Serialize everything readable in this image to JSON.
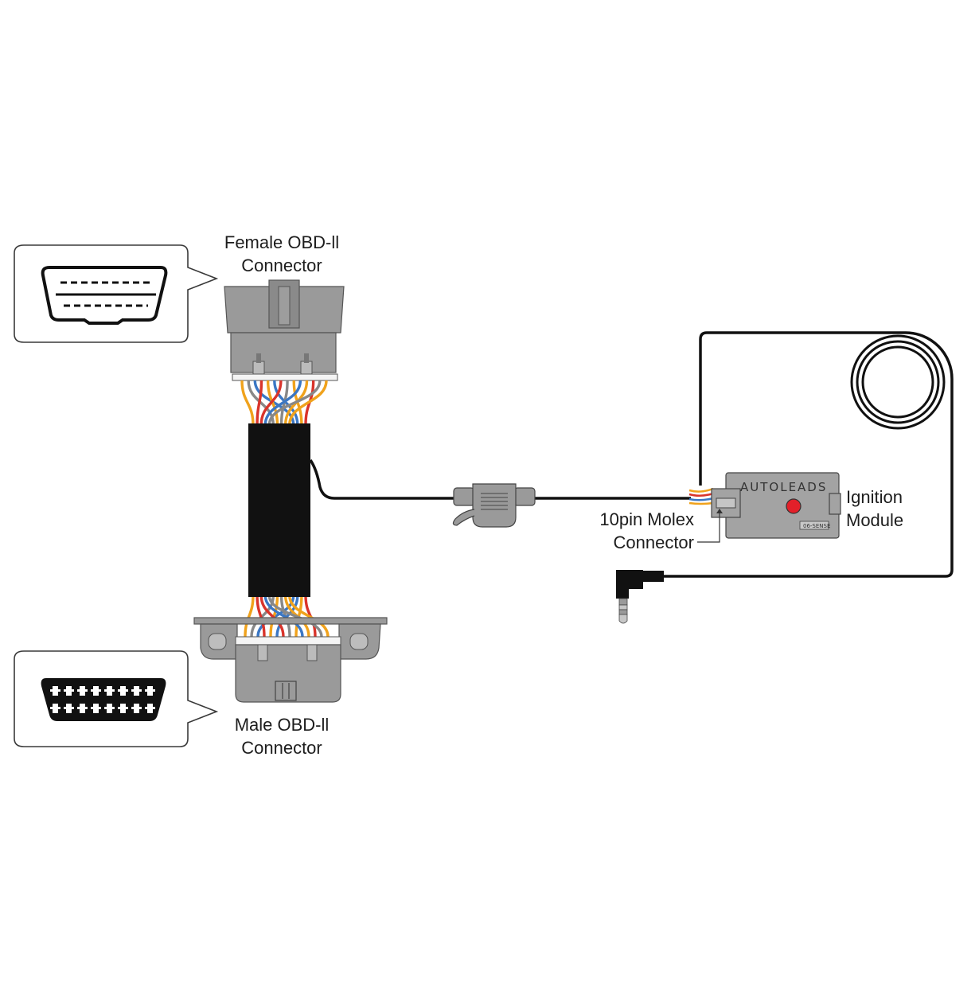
{
  "labels": {
    "female_line1": "Female OBD-ll",
    "female_line2": "Connector",
    "male_line1": "Male OBD-ll",
    "male_line2": "Connector",
    "molex_line1": "10pin Molex",
    "molex_line2": "Connector",
    "module_line1": "Ignition",
    "module_line2": "Module"
  },
  "module": {
    "brand": "AUTOLEADS",
    "model_tag": "06-SENSE"
  },
  "colors": {
    "connector_gray": "#9a9a9a",
    "sleeve_black": "#111111",
    "wire_orange": "#f0a21c",
    "wire_blue": "#3b77c4",
    "wire_red": "#d9342b",
    "wire_gray": "#888888",
    "led_red": "#e3202a"
  },
  "wire_sequence": [
    "orange",
    "gray",
    "blue",
    "red",
    "orange",
    "blue",
    "red",
    "gray",
    "orange",
    "blue",
    "orange",
    "red",
    "gray",
    "orange"
  ]
}
